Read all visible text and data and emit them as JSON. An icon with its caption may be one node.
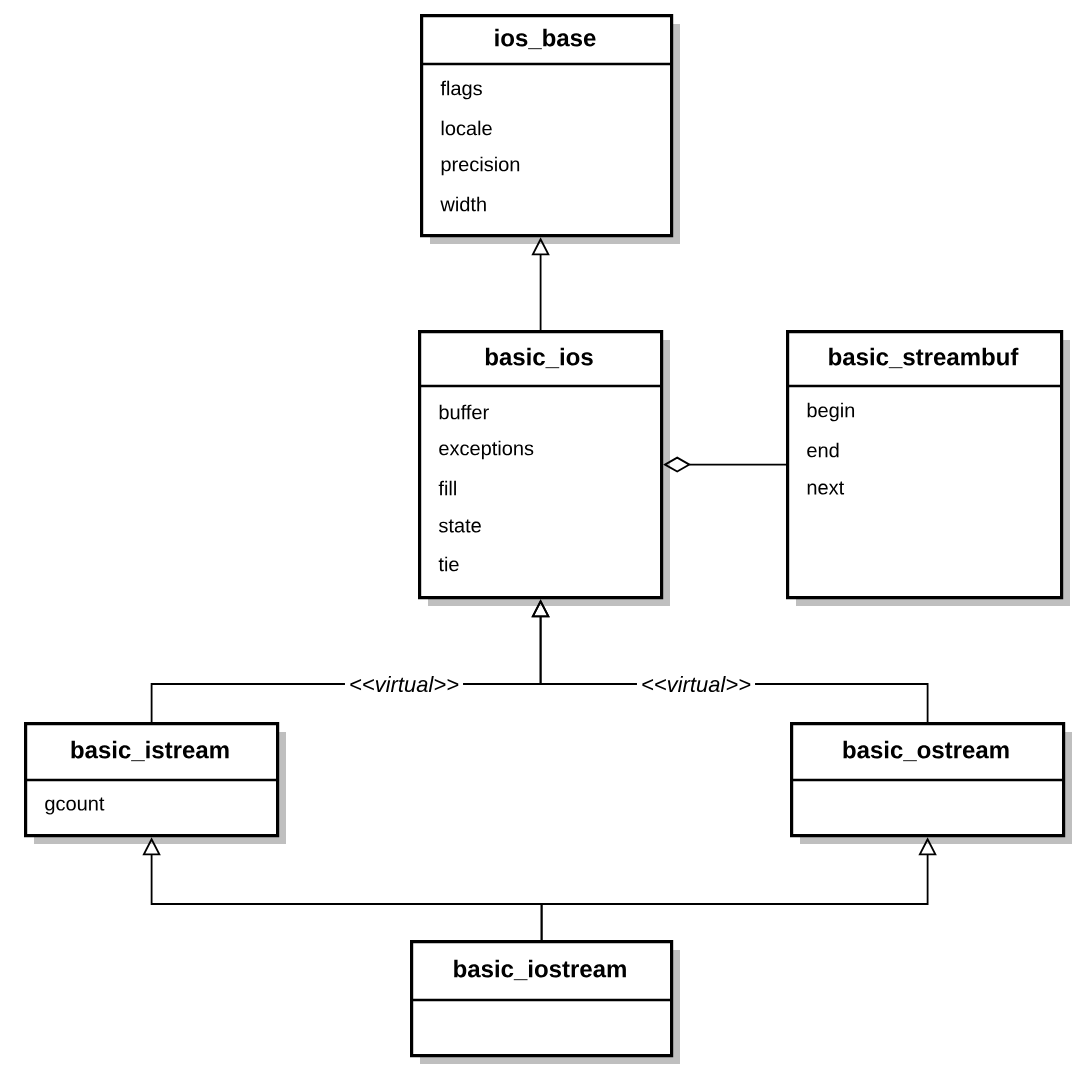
{
  "diagram": {
    "nodes": [
      {
        "text": [
          "ios_base",
          "flags",
          "locale",
          "precision",
          "width"
        ]
      },
      {
        "text": [
          "basic_ios",
          "buffer",
          "exceptions",
          "fill",
          "state",
          "tie"
        ]
      },
      {
        "text": [
          "basic_streambuf",
          "begin",
          "end",
          "next"
        ]
      },
      {
        "text": [
          "basic_istream",
          "gcount"
        ]
      },
      {
        "text": [
          "basic_ostream"
        ]
      },
      {
        "text": [
          "basic_iostream"
        ]
      }
    ],
    "edges": [
      {
        "from": 1,
        "to": 0,
        "arrow": "to"
      },
      {
        "from": 2,
        "to": 1,
        "arrow": "other"
      },
      {
        "from": 3,
        "to": 1,
        "arrow": "to",
        "label": "<<virtual>>"
      },
      {
        "from": 4,
        "to": 1,
        "arrow": "to",
        "label": "<<virtual>>"
      },
      {
        "from": 5,
        "to": 3,
        "arrow": "to"
      },
      {
        "from": 5,
        "to": 4,
        "arrow": "to"
      }
    ]
  }
}
